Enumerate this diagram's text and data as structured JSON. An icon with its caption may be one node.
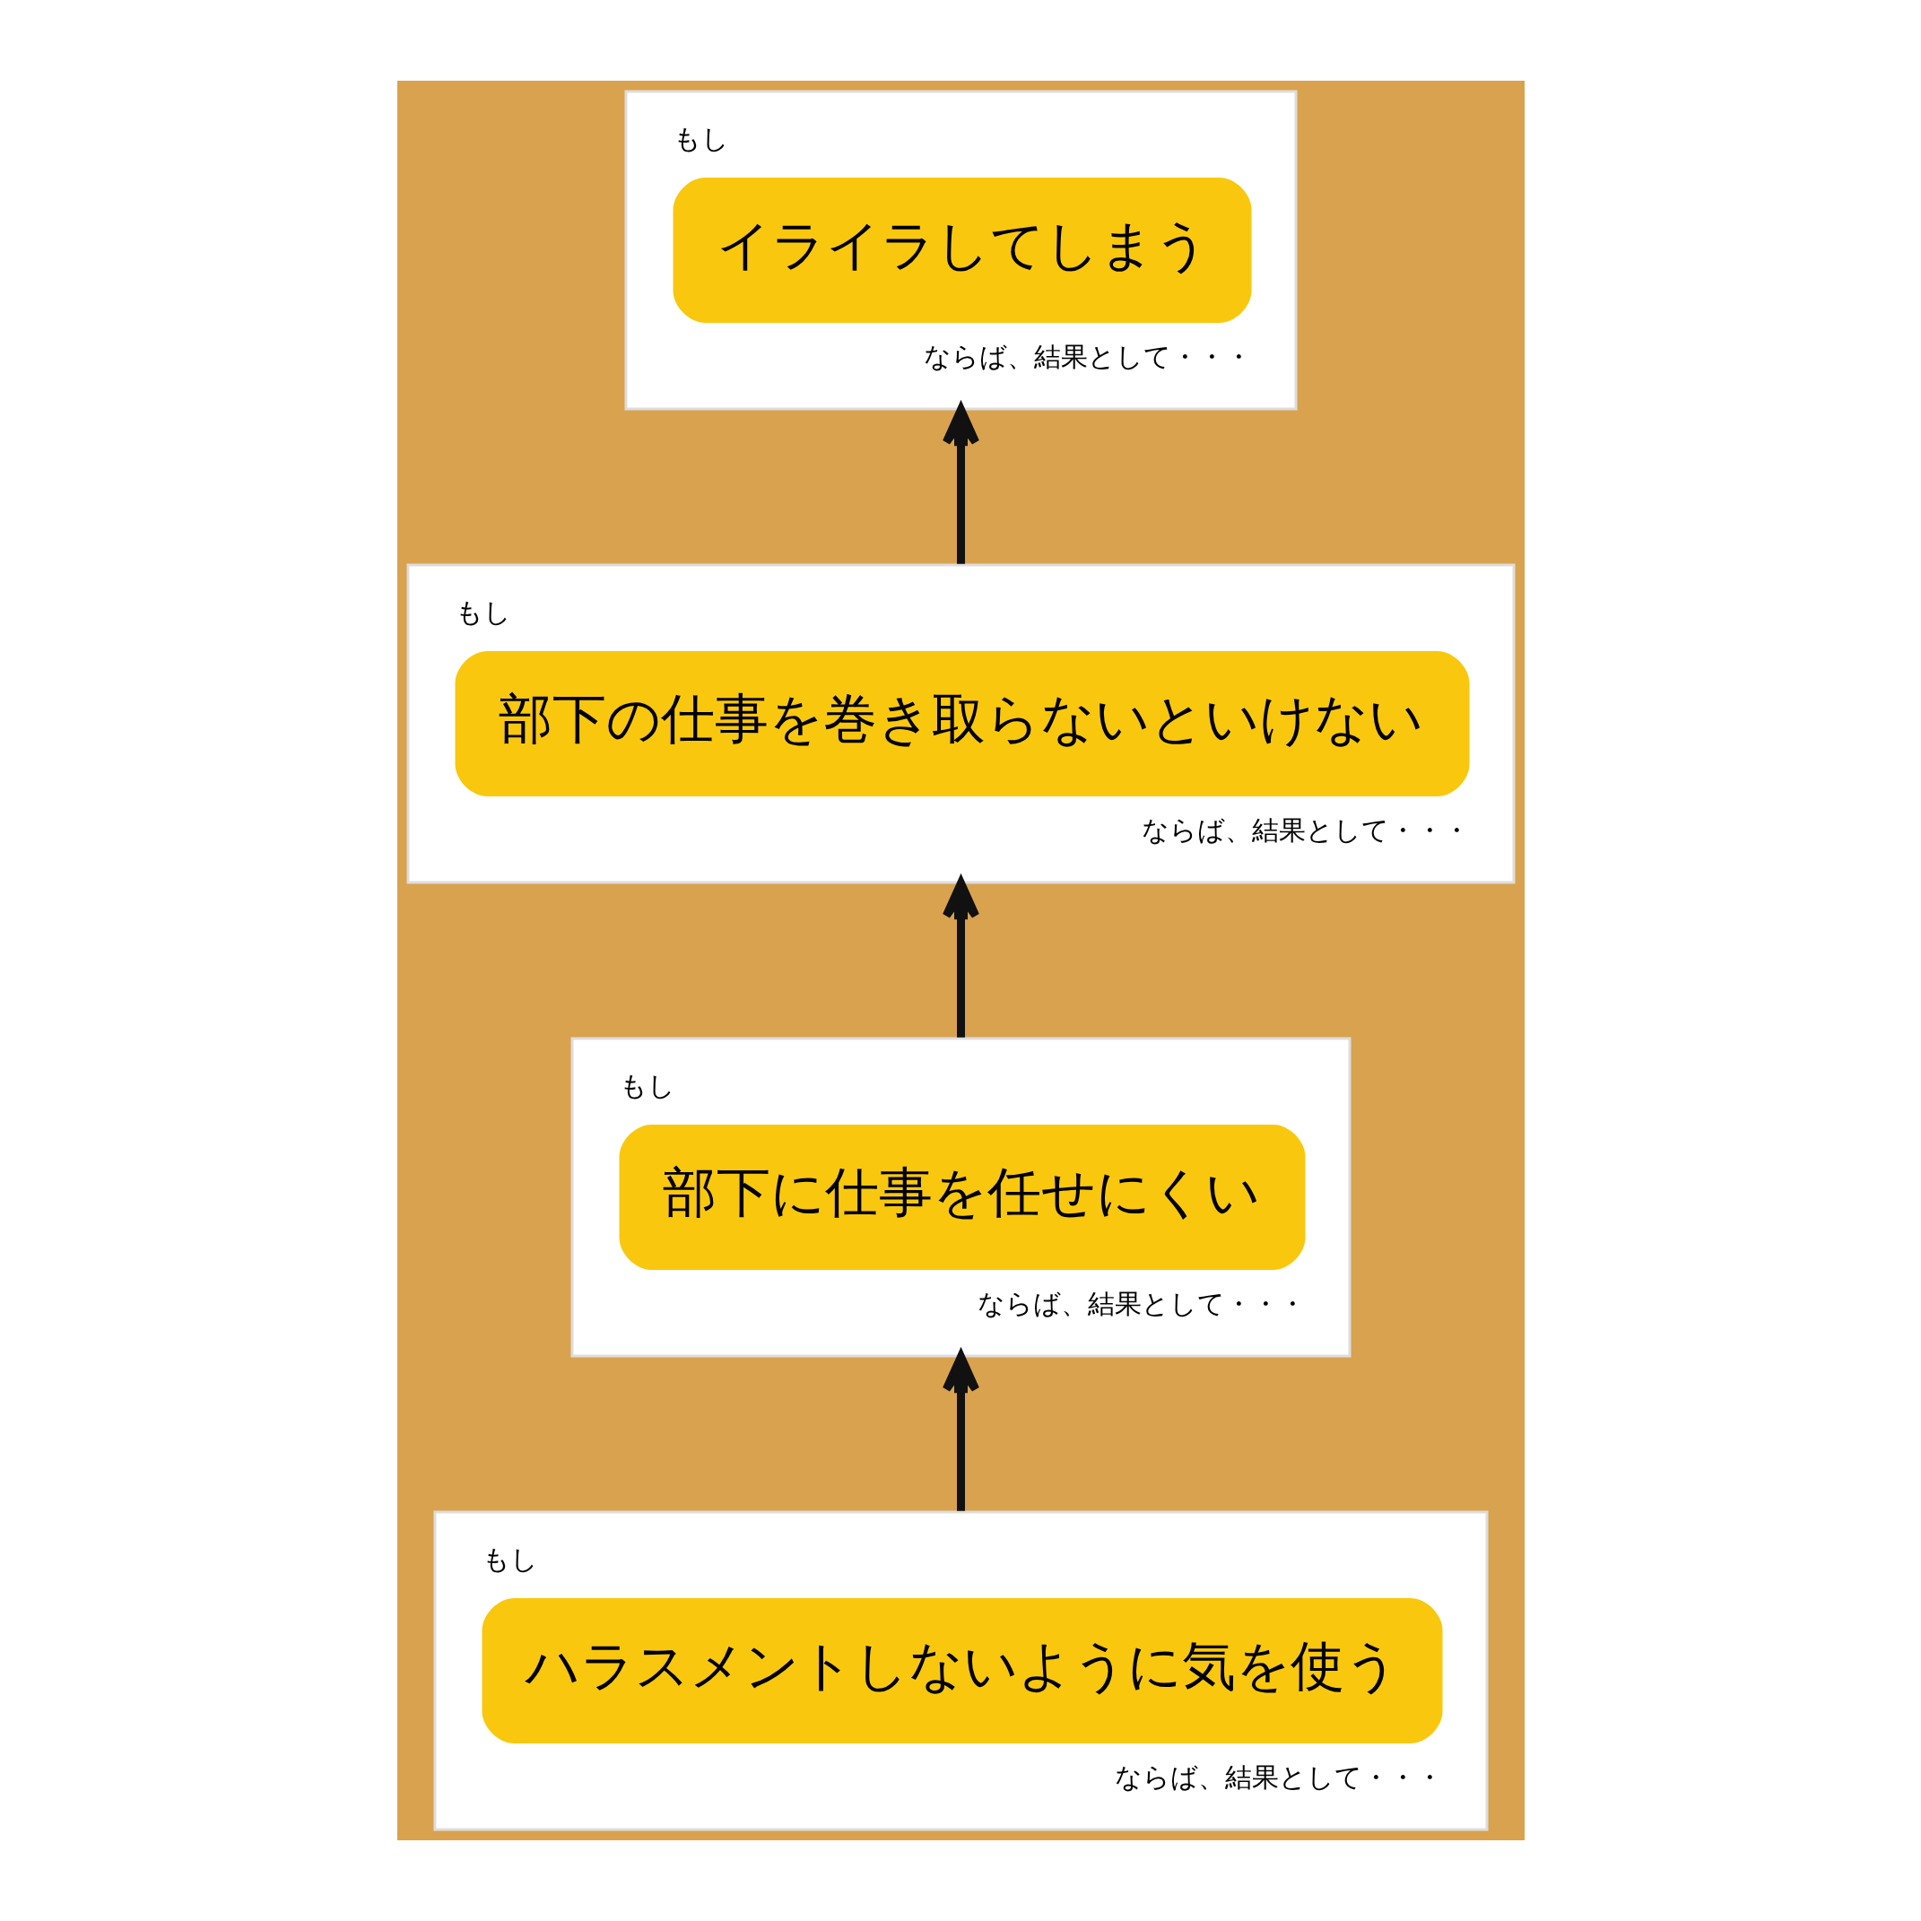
{
  "diagram": {
    "nodes": [
      {
        "text": [
          "もし",
          "イライラしてしまう",
          "ならば、結果として・・・"
        ]
      },
      {
        "text": [
          "もし",
          "部下の仕事を巻き取らないといけない",
          "ならば、結果として・・・"
        ]
      },
      {
        "text": [
          "もし",
          "部下に仕事を任せにくい",
          "ならば、結果として・・・"
        ]
      },
      {
        "text": [
          "もし",
          "ハラスメントしないように気を使う",
          "ならば、結果として・・・"
        ]
      }
    ],
    "edges": [
      {
        "from": 3,
        "to": 2,
        "arrow": "to"
      },
      {
        "from": 2,
        "to": 1,
        "arrow": "to"
      },
      {
        "from": 1,
        "to": 0,
        "arrow": "to"
      }
    ]
  }
}
